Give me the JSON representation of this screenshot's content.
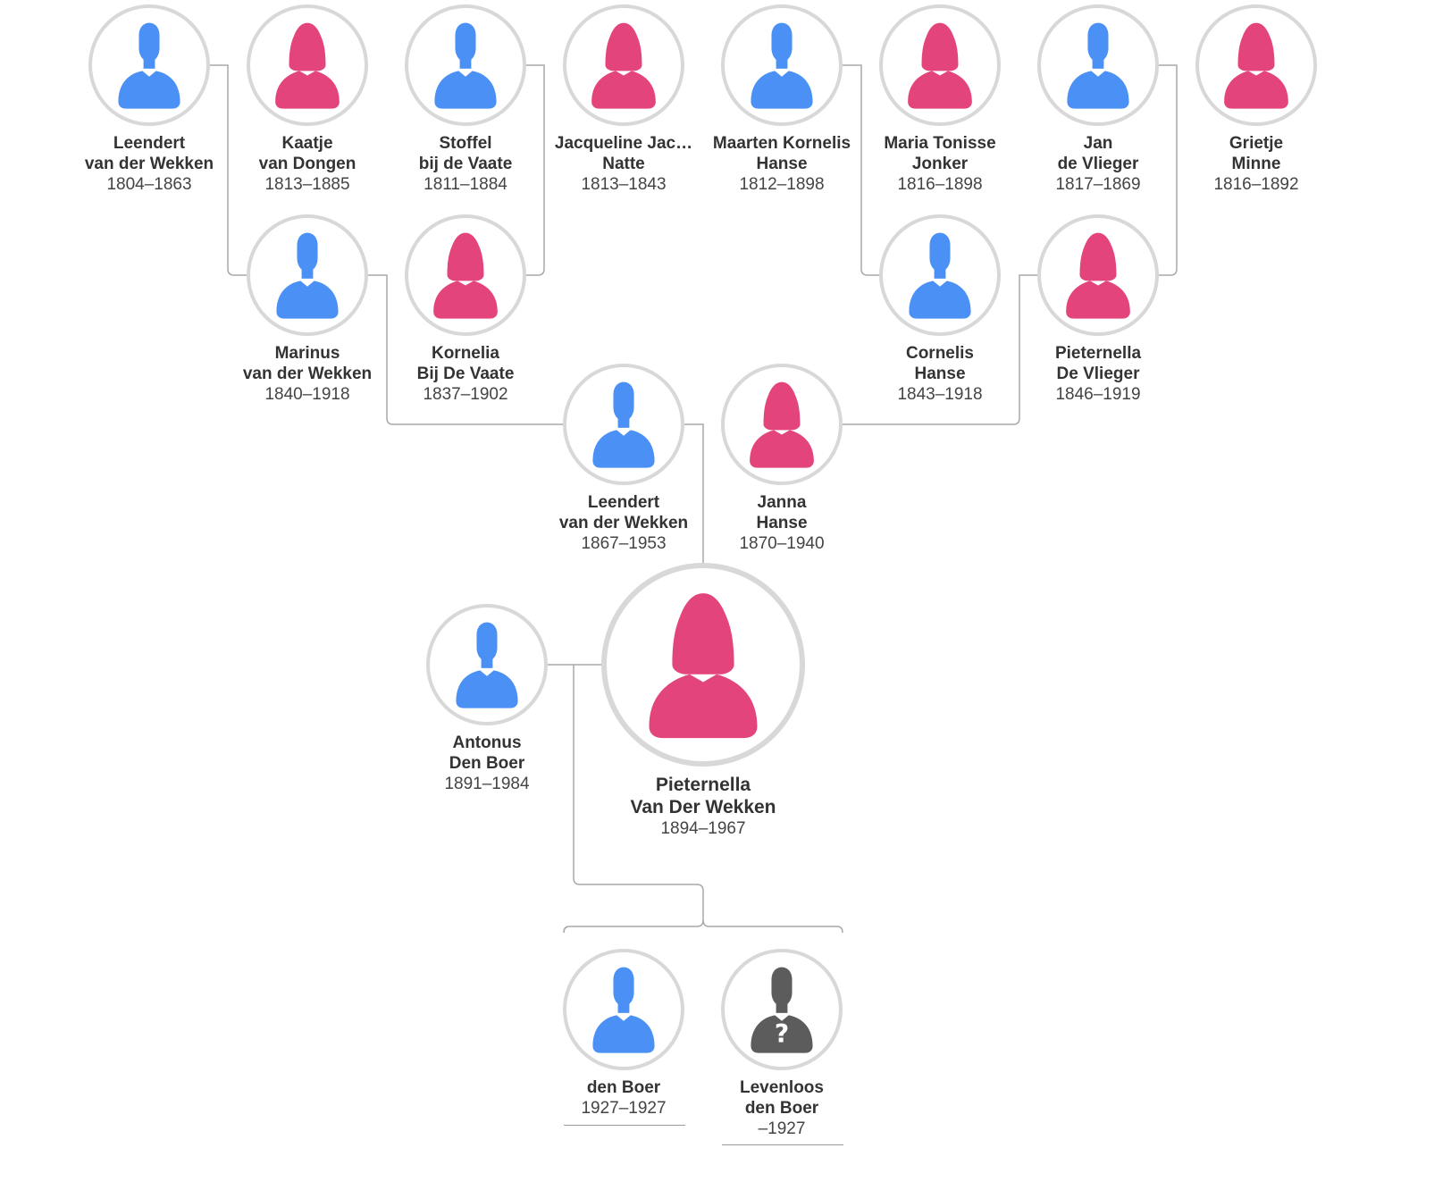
{
  "tree": {
    "colors": {
      "male": "#4a90f5",
      "female": "#e3447c",
      "unknown": "#5c5c5c",
      "ring": "#d8d8d8",
      "line": "#a8a8a8"
    },
    "people": [
      {
        "id": "p1",
        "gender": "male",
        "name1": "Leendert",
        "name2": "van der Wekken",
        "dates": "1804–1863"
      },
      {
        "id": "p2",
        "gender": "female",
        "name1": "Kaatje",
        "name2": "van Dongen",
        "dates": "1813–1885"
      },
      {
        "id": "p3",
        "gender": "male",
        "name1": "Stoffel",
        "name2": "bij de Vaate",
        "dates": "1811–1884"
      },
      {
        "id": "p4",
        "gender": "female",
        "name1": "Jacqueline Jac…",
        "name2": "Natte",
        "dates": "1813–1843"
      },
      {
        "id": "p5",
        "gender": "male",
        "name1": "Maarten Kornelis",
        "name2": "Hanse",
        "dates": "1812–1898"
      },
      {
        "id": "p6",
        "gender": "female",
        "name1": "Maria Tonisse",
        "name2": "Jonker",
        "dates": "1816–1898"
      },
      {
        "id": "p7",
        "gender": "male",
        "name1": "Jan",
        "name2": "de Vlieger",
        "dates": "1817–1869"
      },
      {
        "id": "p8",
        "gender": "female",
        "name1": "Grietje",
        "name2": "Minne",
        "dates": "1816–1892"
      },
      {
        "id": "p9",
        "gender": "male",
        "name1": "Marinus",
        "name2": "van der Wekken",
        "dates": "1840–1918"
      },
      {
        "id": "p10",
        "gender": "female",
        "name1": "Kornelia",
        "name2": "Bij De Vaate",
        "dates": "1837–1902"
      },
      {
        "id": "p11",
        "gender": "male",
        "name1": "Cornelis",
        "name2": "Hanse",
        "dates": "1843–1918"
      },
      {
        "id": "p12",
        "gender": "female",
        "name1": "Pieternella",
        "name2": "De Vlieger",
        "dates": "1846–1919"
      },
      {
        "id": "p13",
        "gender": "male",
        "name1": "Leendert",
        "name2": "van der Wekken",
        "dates": "1867–1953"
      },
      {
        "id": "p14",
        "gender": "female",
        "name1": "Janna",
        "name2": "Hanse",
        "dates": "1870–1940"
      },
      {
        "id": "p15",
        "gender": "male",
        "name1": "Antonus",
        "name2": "Den Boer",
        "dates": "1891–1984"
      },
      {
        "id": "p16",
        "gender": "female",
        "name1": "Pieternella",
        "name2": "Van Der Wekken",
        "dates": "1894–1967",
        "root": true
      },
      {
        "id": "p17",
        "gender": "male",
        "name1": "den Boer",
        "name2": "",
        "dates": "1927–1927"
      },
      {
        "id": "p18",
        "gender": "unknown",
        "name1": "Levenloos",
        "name2": "den Boer",
        "dates": "–1927"
      }
    ]
  }
}
